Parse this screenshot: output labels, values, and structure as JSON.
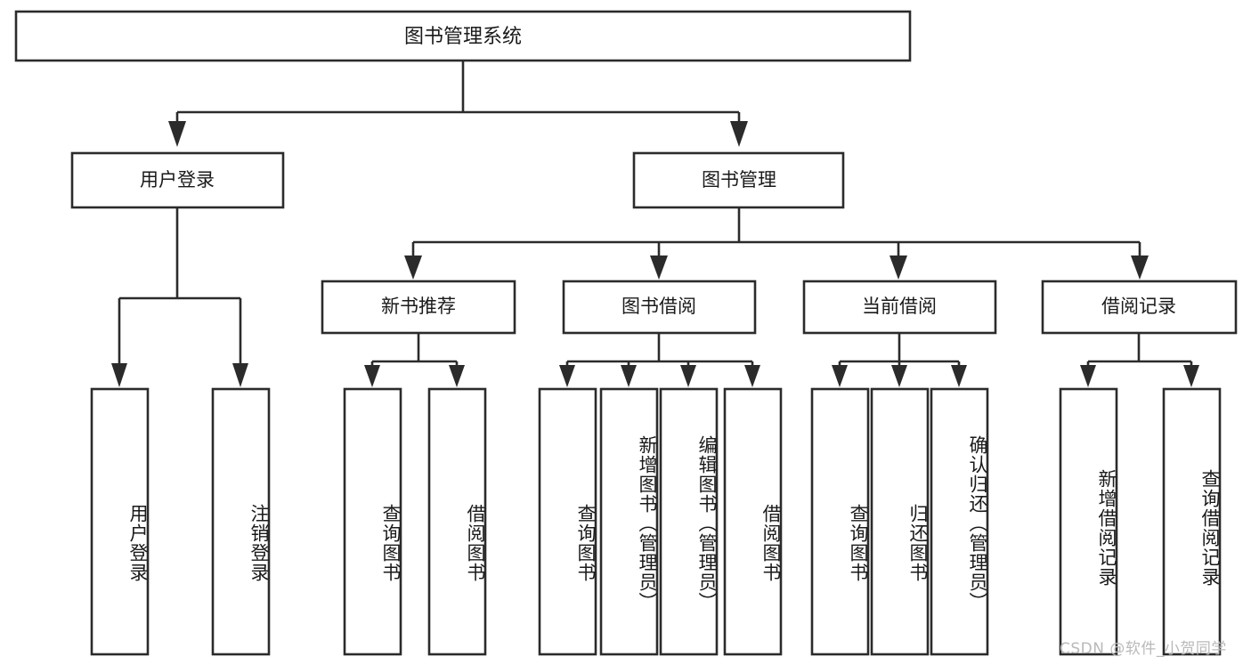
{
  "diagram": {
    "title": "图书管理系统",
    "type": "hierarchy-tree",
    "colors": {
      "box_stroke": "#2b2b2b",
      "box_fill": "#ffffff",
      "text": "#1a1a1a",
      "background": "#ffffff",
      "watermark": "#b9b9b9"
    },
    "root": {
      "label": "图书管理系统"
    },
    "level2": [
      {
        "label": "用户登录"
      },
      {
        "label": "图书管理"
      }
    ],
    "level3": [
      {
        "label": "新书推荐"
      },
      {
        "label": "图书借阅"
      },
      {
        "label": "当前借阅"
      },
      {
        "label": "借阅记录"
      }
    ],
    "leaves": {
      "user_login": [
        {
          "label": "用户登录"
        },
        {
          "label": "注销登录"
        }
      ],
      "new_book_recommend": [
        {
          "label": "查询图书"
        },
        {
          "label": "借阅图书"
        }
      ],
      "book_borrow": [
        {
          "label": "查询图书"
        },
        {
          "label": "新增图书（管理员）"
        },
        {
          "label": "编辑图书（管理员）"
        },
        {
          "label": "借阅图书"
        }
      ],
      "current_borrow": [
        {
          "label": "查询图书"
        },
        {
          "label": "归还图书"
        },
        {
          "label": "确认归还（管理员）"
        }
      ],
      "borrow_record": [
        {
          "label": "新增借阅记录"
        },
        {
          "label": "查询借阅记录"
        }
      ]
    }
  },
  "watermark": {
    "text": "CSDN @软件_小贺同学"
  }
}
